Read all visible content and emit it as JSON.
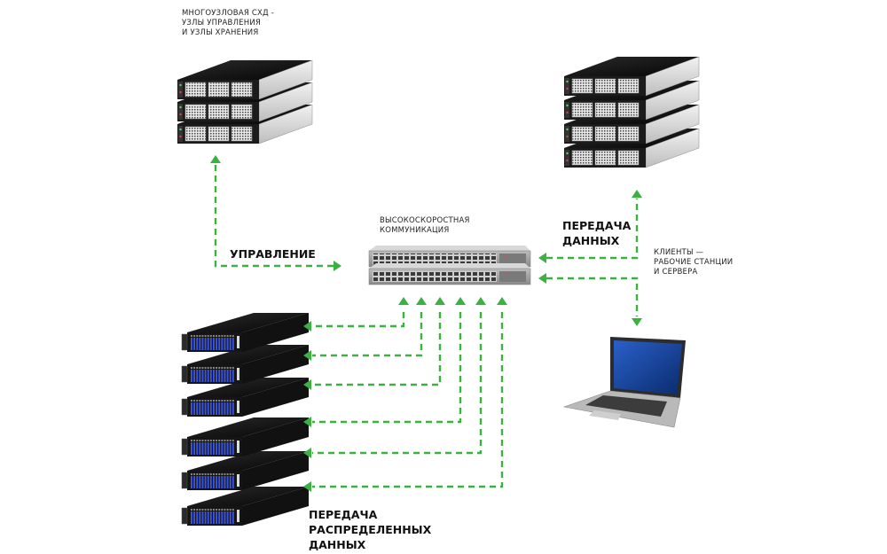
{
  "labels": {
    "storage_nodes": "МНОГОУЗЛОВАЯ СХД -\nУЗЛЫ УПРАВЛЕНИЯ\nИ УЗЛЫ ХРАНЕНИЯ",
    "switch": "ВЫСОКОСКОРОСТНАЯ\nКОММУНИКАЦИЯ",
    "management": "УПРАВЛЕНИЕ",
    "data_transfer": "ПЕРЕДАЧА\nДАННЫХ",
    "clients": "КЛИЕНТЫ —\nРАБОЧИЕ СТАНЦИИ\nИ СЕРВЕРА",
    "distributed_transfer": "ПЕРЕДАЧА\nРАСПРЕДЕЛЕННЫХ\nДАННЫХ"
  },
  "colors": {
    "arrow": "#3cb043",
    "server_body": "#1a1a1a",
    "server_face": "#d9d9d9",
    "drive_blue": "#3a55d8",
    "switch_body": "#9a9a9a",
    "laptop_screen": "#1f4fa8"
  },
  "nodes": {
    "storage_stack_top_left": {
      "units": 3
    },
    "storage_stack_top_right": {
      "units": 4
    },
    "data_servers_bottom_left": {
      "units": 6
    },
    "switch": {
      "units": 2
    },
    "laptop": {
      "units": 1
    }
  }
}
